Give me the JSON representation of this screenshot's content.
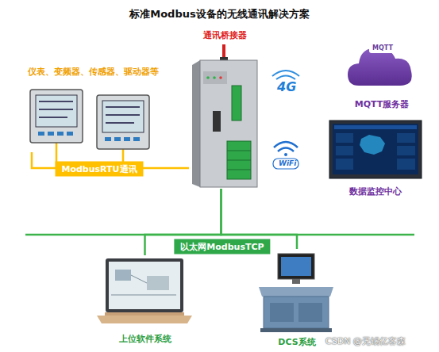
{
  "diagram": {
    "title": "标准Modbus设备的无线通讯解决方案",
    "nodes": [
      {
        "text": [
          "仪表、变频器、传感器、驱动器等"
        ]
      },
      {
        "text": [
          "通讯桥接器"
        ]
      },
      {
        "text": [
          "MQTT服务器"
        ]
      },
      {
        "text": [
          "数据监控中心"
        ]
      },
      {
        "text": [
          "上位软件系统"
        ]
      },
      {
        "text": [
          "DCS系统"
        ]
      }
    ],
    "edges": [
      {
        "from": 0,
        "to": 1,
        "arrow": "none",
        "label": "ModbusRTU通讯"
      },
      {
        "from": 1,
        "to": 4,
        "arrow": "none",
        "label": "以太网ModbusTCP"
      },
      {
        "from": 1,
        "to": 5,
        "arrow": "none"
      }
    ],
    "labels": [
      "4G",
      "WiFi",
      "MQTT",
      "CSDN @无锡亿客森"
    ]
  }
}
